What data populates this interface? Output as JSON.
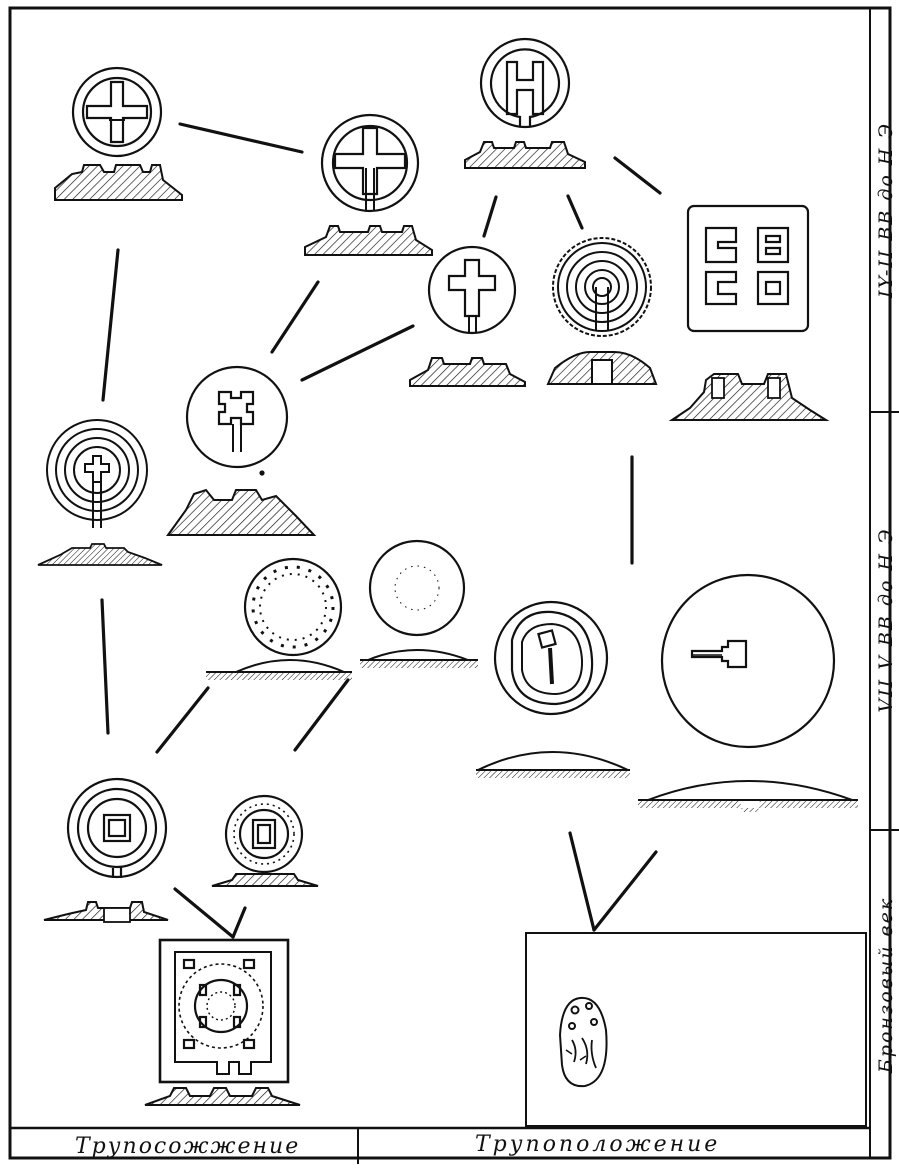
{
  "rite_labels": {
    "cremation": "Трупосожжение",
    "inhumation": "Трупоположение"
  },
  "period_labels": {
    "late": "IY-II ВВ до Н Э",
    "middle": "VII V ВВ до Н Э",
    "bronze": "Бронзовый   век"
  }
}
